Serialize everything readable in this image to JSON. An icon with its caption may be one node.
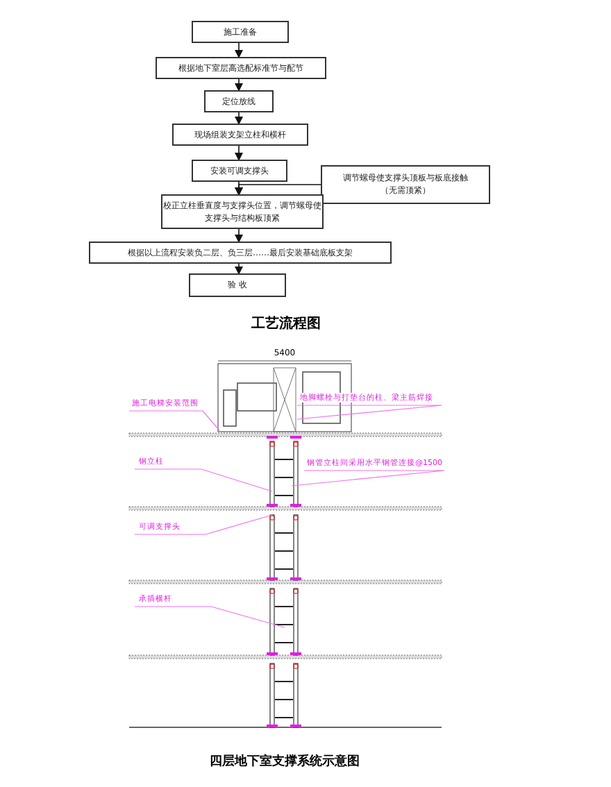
{
  "diagram": {
    "title": "工艺流程图",
    "caption": "四层地下室支撑系统示意图",
    "nodes": [
      {
        "text": [
          "施工准备"
        ]
      },
      {
        "text": [
          "根据地下室层高选配标准节与配节"
        ]
      },
      {
        "text": [
          "定位放线"
        ]
      },
      {
        "text": [
          "现场组装支架立柱和横杆"
        ]
      },
      {
        "text": [
          "安装可调支撑头"
        ]
      },
      {
        "text": [
          "调节螺母使支撑头顶板与板底接触",
          "（无需顶紧）"
        ]
      },
      {
        "text": [
          "校正立柱垂直度与支撑头位置，调节螺母使支撑头与结构板顶紧"
        ]
      },
      {
        "text": [
          "根据以上流程安装负二层、负三层……最后安装基础底板支架"
        ]
      },
      {
        "text": [
          "验 收"
        ]
      },
      {
        "text": [
          "施工电梯安装范围"
        ]
      },
      {
        "text": [
          "地脚螺栓与打垫台的柱、梁主筋焊接"
        ]
      },
      {
        "text": [
          "钢立柱"
        ]
      },
      {
        "text": [
          "钢管立柱间采用水平钢管连接@1500"
        ]
      },
      {
        "text": [
          "可调支撑头"
        ]
      },
      {
        "text": [
          "承插横杆"
        ]
      }
    ],
    "edges": [
      {
        "from": 0,
        "to": 1,
        "arrow": "to"
      },
      {
        "from": 1,
        "to": 2,
        "arrow": "to"
      },
      {
        "from": 2,
        "to": 3,
        "arrow": "to"
      },
      {
        "from": 3,
        "to": 4,
        "arrow": "to"
      },
      {
        "from": 4,
        "to": 6,
        "arrow": "to"
      },
      {
        "from": 5,
        "to": 6,
        "arrow": "to"
      },
      {
        "from": 6,
        "to": 7,
        "arrow": "to"
      },
      {
        "from": 7,
        "to": 8,
        "arrow": "to"
      },
      {
        "from": 9,
        "to": null,
        "arrow": "none",
        "color": "#f070f0"
      },
      {
        "from": 10,
        "to": null,
        "arrow": "none",
        "color": "#f070f0"
      },
      {
        "from": 11,
        "to": null,
        "arrow": "none",
        "color": "#f070f0"
      },
      {
        "from": 12,
        "to": null,
        "arrow": "none",
        "color": "#f070f0"
      },
      {
        "from": 13,
        "to": null,
        "arrow": "none",
        "color": "#f070f0"
      },
      {
        "from": 14,
        "to": null,
        "arrow": "none",
        "color": "#f070f0"
      }
    ],
    "labels": [
      "5400"
    ]
  }
}
